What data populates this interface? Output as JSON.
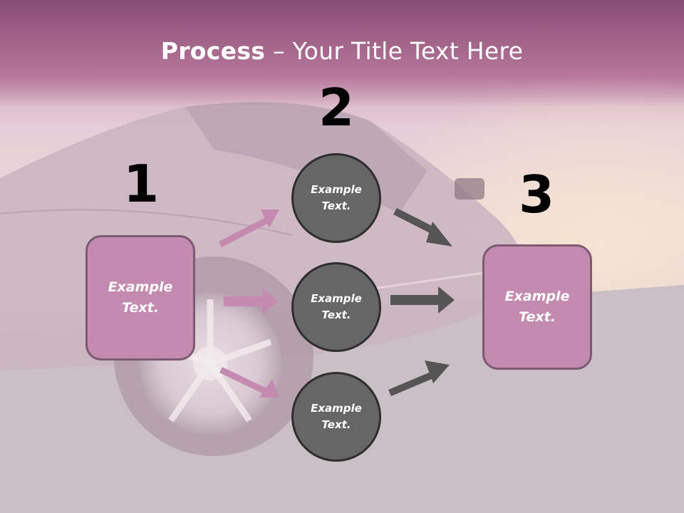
{
  "title": {
    "bold": "Process",
    "rest": " – Your Title Text Here"
  },
  "steps": [
    "1",
    "2",
    "3"
  ],
  "left_box": {
    "text": "Example\nText."
  },
  "right_box": {
    "text": "Example\nText."
  },
  "circles": [
    {
      "text": "Example\nText."
    },
    {
      "text": "Example\nText."
    },
    {
      "text": "Example\nText."
    }
  ],
  "colors": {
    "pink_box": "#c48ab0",
    "pink_arrow": "#c48ab0",
    "dark_arrow": "#555555",
    "circle": "#666666"
  }
}
